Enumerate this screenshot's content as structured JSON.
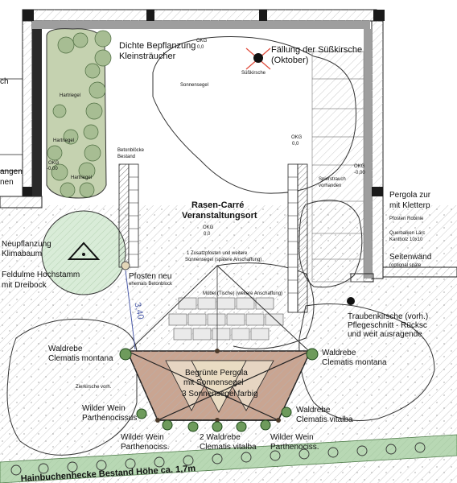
{
  "labels": {
    "dichte_bepflanzung": "Dichte Bepflanzung",
    "kleinstraeucher": "Kleinsträucher",
    "faellung_1": "Fällung der Süßkirsche",
    "faellung_2": "(Oktober)",
    "suesskirsche": "Süßkirsche",
    "okg_top": "OKG",
    "okg_top_val": "0,0",
    "sonnensegel_top": "Sonnensegel",
    "hartriegel_1": "Hartriegel",
    "hartriegel_2": "Hartriegel",
    "hartriegel_3": "Hartriegel",
    "okg_left": "OKG",
    "okg_left_val": "-0,00",
    "left_ch": "ch",
    "left_angen": "angen",
    "left_nen": "nen",
    "betonbloecke_1": "Betonblöcke",
    "betonbloecke_2": "Bestand",
    "okg_mid": "OKG",
    "okg_mid_val": "0,0",
    "okg_right": "OKG",
    "okg_right_val": "-0,00",
    "spierstrauch_1": "Spierstrauch",
    "spierstrauch_2": "vorhanden",
    "rasen_1": "Rasen-Carré",
    "rasen_2": "Veranstaltungsort",
    "okg_center": "OKG",
    "okg_center_val": "0,0",
    "zusatz_1": "1 Zusatzpfosten und weitere",
    "zusatz_2": "Sonnensegel (spätere Anschaffung)",
    "pergola_1": "Pergola zur",
    "pergola_2": "mit Kletterp",
    "pfosten_robinie": "Pfosten Robinie",
    "querbalken_1": "Querbalken Lärc",
    "querbalken_2": "Kantholz 10x10",
    "seitenwand_1": "Seitenwänd",
    "seitenwand_2": "(optional späte",
    "neupflanzung_1": "Neupflanzung",
    "neupflanzung_2": "Klimabaum",
    "feldulme_1": "Feldulme Hochstamm",
    "feldulme_2": "mit Dreibock",
    "pfosten_neu": "Pfosten neu",
    "ehemals_beton": "ehemals Betonblock",
    "dimension": "3,40",
    "moebel": "Möbel (Tische) (weitere Anschaffung)",
    "traubenkirsche_1": "Traubenkirsche (vorh.)",
    "traubenkirsche_2": "Pflegeschnitt - Rücksc",
    "traubenkirsche_3": "und weit ausragende",
    "waldrebe_l_1": "Waldrebe",
    "waldrebe_l_2": "Clematis montana",
    "waldrebe_r_1": "Waldrebe",
    "waldrebe_r_2": "Clematis montana",
    "zierkirsche": "Zierkirsche vorh.",
    "begruente_1": "Begrünte Pergola",
    "begruente_2": "mit Sonnensegel",
    "begruente_3": "3 Sonnensegel farbig",
    "wilder_wein_l_1": "Wilder Wein",
    "wilder_wein_l_2": "Parthenocissus",
    "waldrebe_vit_1": "Waldrebe",
    "waldrebe_vit_2": "Clematis vitalba",
    "wilder_wein_b1_1": "Wilder Wein",
    "wilder_wein_b1_2": "Parthenociss.",
    "waldrebe_b_1": "2 Waldrebe",
    "waldrebe_b_2": "Clematis vitalba",
    "wilder_wein_b2_1": "Wilder Wein",
    "wilder_wein_b2_2": "Parthenociss.",
    "hecke": "Hainbuchenhecke Bestand Höhe ca. 1,7m"
  },
  "colors": {
    "wall": "#9e9e9e",
    "wall_dark": "#1a1a1a",
    "shrub_fill": "#c5d2b0",
    "tree_green": "#8fb07a",
    "circle_fill": "#d9ecd8",
    "pergola_brown": "#b8917a",
    "pergola_tan": "#e2d3b6",
    "plant_green": "#2e6b2a",
    "dimension": "#4a5aa8",
    "hedge": "#b8d8b4"
  }
}
